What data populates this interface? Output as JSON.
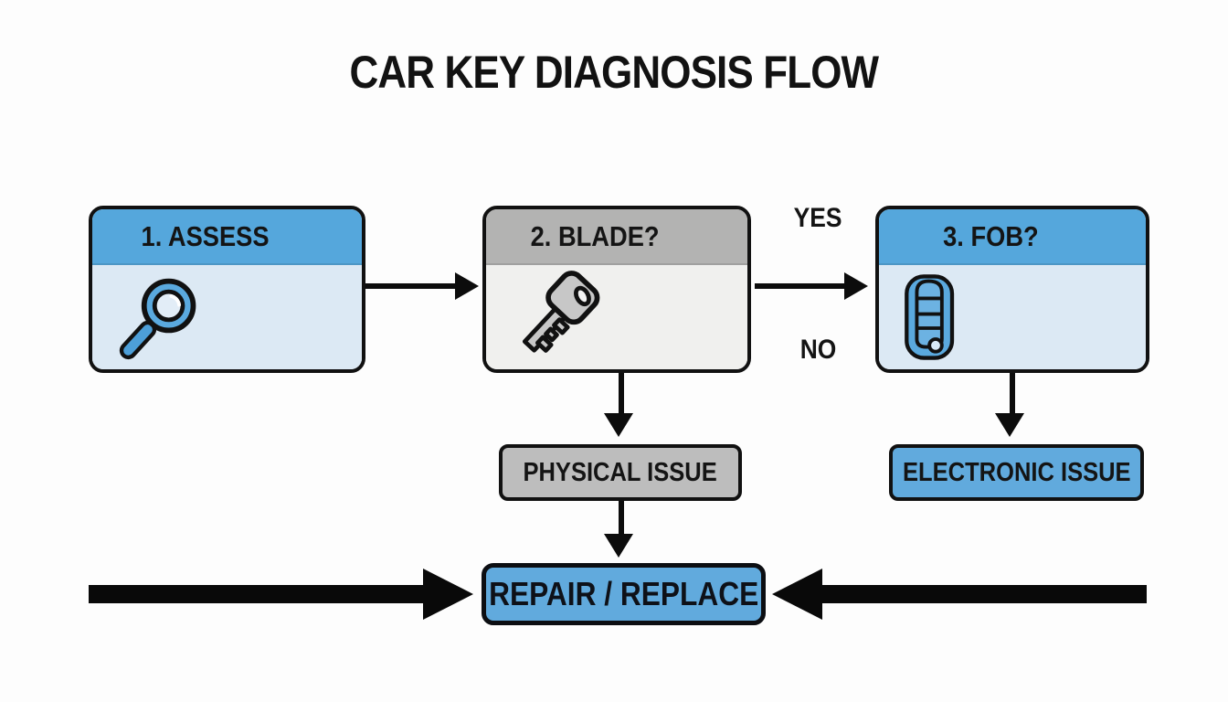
{
  "title": "CAR KEY DIAGNOSIS FLOW",
  "flow": {
    "steps": [
      {
        "label": "1. ASSESS",
        "icon": "magnifier-icon",
        "variant": "blue"
      },
      {
        "label": "2. BLADE?",
        "icon": "key-icon",
        "variant": "gray"
      },
      {
        "label": "3. FOB?",
        "icon": "fob-icon",
        "variant": "blue"
      }
    ],
    "edge_labels": {
      "yes": "YES",
      "no": "NO"
    },
    "outcomes": [
      {
        "label": "PHYSICAL ISSUE",
        "variant": "gray"
      },
      {
        "label": "ELECTRONIC ISSUE",
        "variant": "blue"
      }
    ],
    "final": {
      "label": "REPAIR / REPLACE",
      "variant": "blue"
    }
  },
  "colors": {
    "header_blue": "#55a7dc",
    "body_blue": "#dce9f4",
    "header_gray": "#b3b3b2",
    "body_gray": "#f0f0ee",
    "outcome_gray": "#bdbdbd",
    "action_blue": "#61aadd",
    "arrow_black": "#0c0c0c",
    "text_black": "#141414",
    "background": "#fdfdfd"
  }
}
